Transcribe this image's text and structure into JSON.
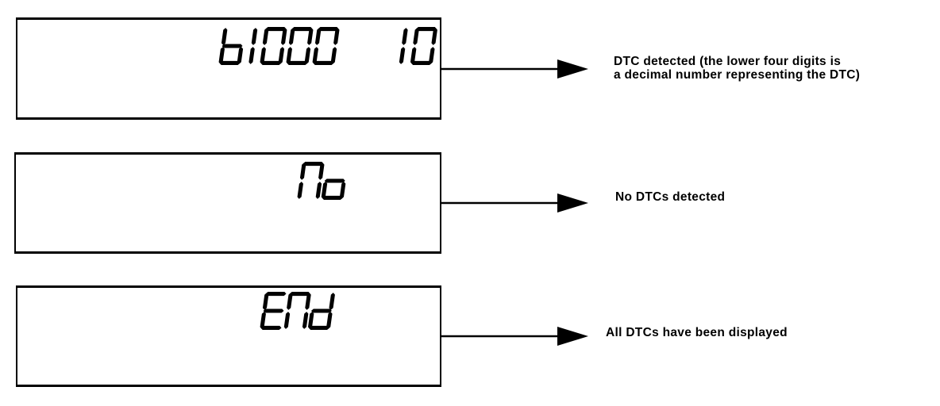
{
  "diagram": {
    "background": "#ffffff",
    "ink": "#000000",
    "rows": [
      {
        "display_text": "b1000 10",
        "label_lines": [
          "DTC detected (the lower four digits is",
          "a decimal number representing the DTC)"
        ]
      },
      {
        "display_text": "No",
        "label_lines": [
          "No DTCs detected"
        ]
      },
      {
        "display_text": "ENd",
        "label_lines": [
          "All DTCs have been displayed"
        ]
      }
    ]
  }
}
